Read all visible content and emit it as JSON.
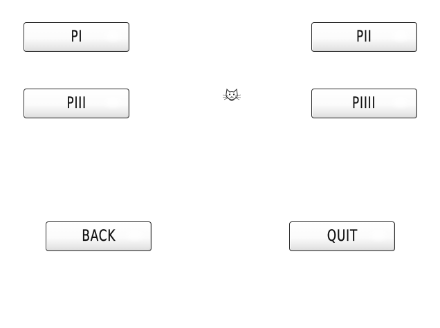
{
  "menu": {
    "players": [
      {
        "id": "p1",
        "label": "PI"
      },
      {
        "id": "p2",
        "label": "PII"
      },
      {
        "id": "p3",
        "label": "PIII"
      },
      {
        "id": "p4",
        "label": "PIIII"
      }
    ],
    "back_label": "BACK",
    "quit_label": "QUIT"
  },
  "icons": {
    "center": "cat-face-icon"
  },
  "colors": {
    "background": "#ffffff",
    "button_border": "#2b2b2b",
    "button_text": "#111111"
  }
}
